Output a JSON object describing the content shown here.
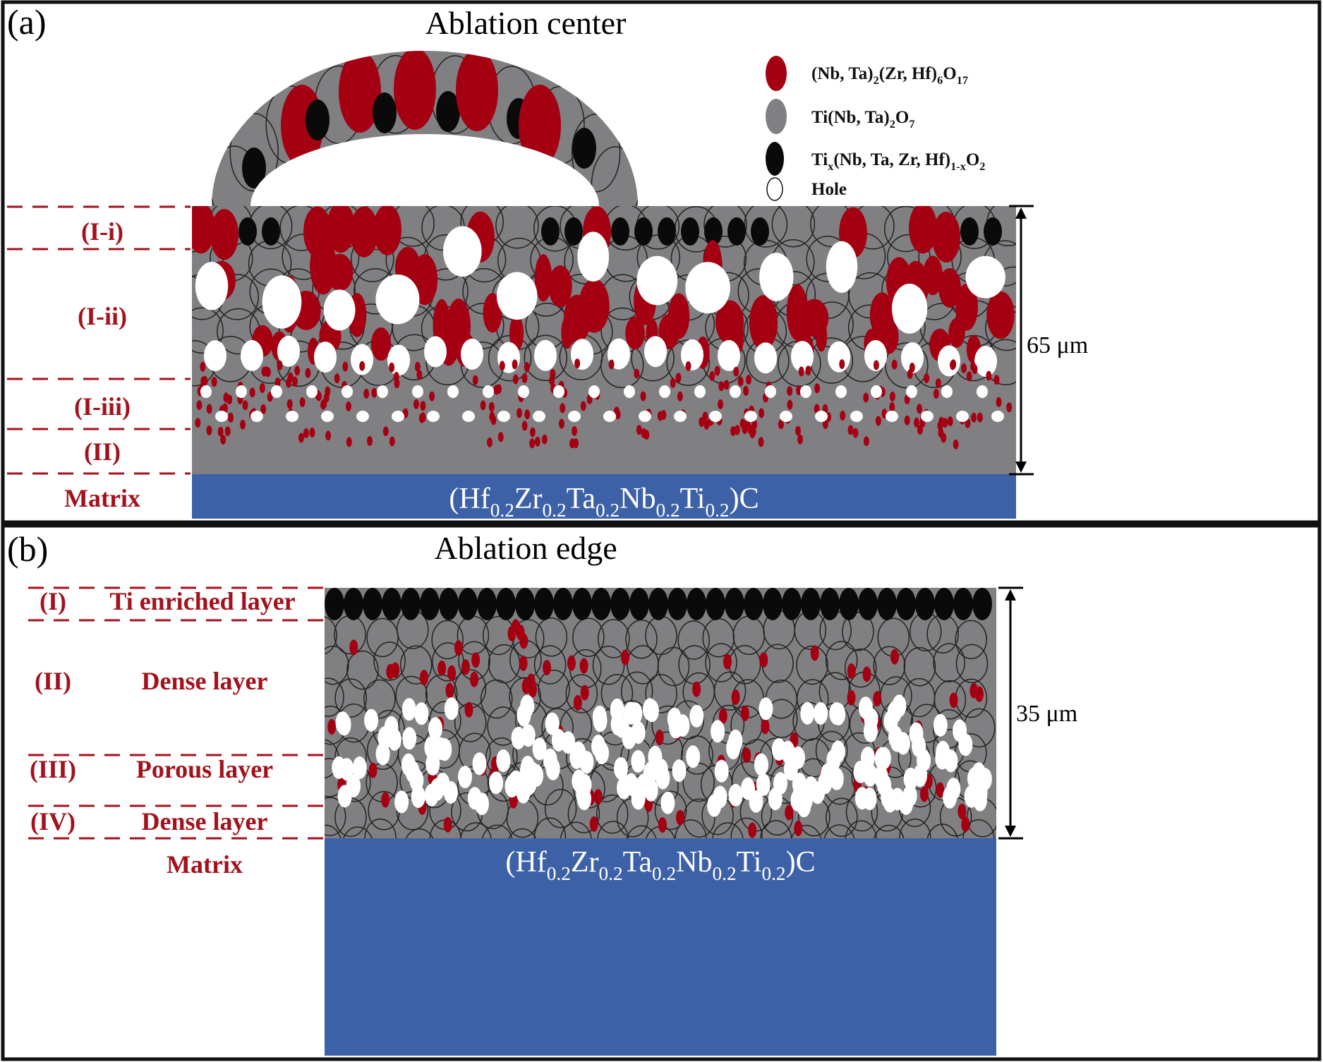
{
  "colors": {
    "red": "#a50012",
    "gray": "#808083",
    "black": "#0a0a0a",
    "blue": "#3d61a6",
    "label": "#a3121c"
  },
  "panel_a": {
    "tag": "(a)",
    "title": "Ablation center",
    "legend": [
      {
        "icon": "red-ellipse",
        "parts": [
          {
            "t": "(Nb, Ta)"
          },
          {
            "t": "2",
            "sub": true
          },
          {
            "t": "(Zr, Hf)"
          },
          {
            "t": "6",
            "sub": true
          },
          {
            "t": "O"
          },
          {
            "t": "17",
            "sub": true
          }
        ]
      },
      {
        "icon": "gray-ellipse",
        "parts": [
          {
            "t": "Ti(Nb, Ta)"
          },
          {
            "t": "2",
            "sub": true
          },
          {
            "t": "O"
          },
          {
            "t": "7",
            "sub": true
          }
        ]
      },
      {
        "icon": "black-ellipse",
        "parts": [
          {
            "t": "Ti"
          },
          {
            "t": "x",
            "sub": true
          },
          {
            "t": "(Nb, Ta, Zr, Hf)"
          },
          {
            "t": "1-x",
            "sub": true
          },
          {
            "t": "O"
          },
          {
            "t": "2",
            "sub": true
          }
        ]
      },
      {
        "icon": "hole-ellipse",
        "parts": [
          {
            "t": "Hole"
          }
        ]
      }
    ],
    "layers": [
      "(I-i)",
      "(I-ii)",
      "(I-iii)",
      "(II)",
      "Matrix"
    ],
    "thickness": "65 μm",
    "matrix_formula": [
      {
        "t": "(Hf"
      },
      {
        "t": "0.2",
        "sub": true
      },
      {
        "t": "Zr"
      },
      {
        "t": "0.2",
        "sub": true
      },
      {
        "t": "Ta"
      },
      {
        "t": "0.2",
        "sub": true
      },
      {
        "t": "Nb"
      },
      {
        "t": "0.2",
        "sub": true
      },
      {
        "t": "Ti"
      },
      {
        "t": "0.2",
        "sub": true
      },
      {
        "t": ")C"
      }
    ]
  },
  "panel_b": {
    "tag": "(b)",
    "title": "Ablation edge",
    "layers": [
      {
        "num": "(I)",
        "name": "Ti enriched layer"
      },
      {
        "num": "(II)",
        "name": "Dense layer"
      },
      {
        "num": "(III)",
        "name": "Porous layer"
      },
      {
        "num": "(IV)",
        "name": "Dense layer"
      }
    ],
    "matrix_label": "Matrix",
    "thickness": "35 μm",
    "matrix_formula": [
      {
        "t": "(Hf"
      },
      {
        "t": "0.2",
        "sub": true
      },
      {
        "t": "Zr"
      },
      {
        "t": "0.2",
        "sub": true
      },
      {
        "t": "Ta"
      },
      {
        "t": "0.2",
        "sub": true
      },
      {
        "t": "Nb"
      },
      {
        "t": "0.2",
        "sub": true
      },
      {
        "t": "Ti"
      },
      {
        "t": "0.2",
        "sub": true
      },
      {
        "t": ")C"
      }
    ]
  }
}
